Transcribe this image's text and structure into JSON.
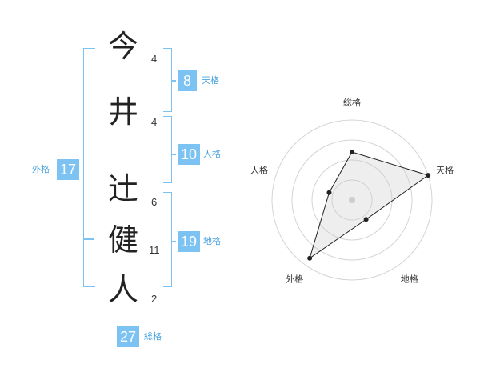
{
  "name": {
    "chars": [
      {
        "char": "今",
        "strokes": "4"
      },
      {
        "char": "井",
        "strokes": "4"
      },
      {
        "char": "辻",
        "strokes": "6"
      },
      {
        "char": "健",
        "strokes": "11"
      },
      {
        "char": "人",
        "strokes": "2"
      }
    ]
  },
  "fortune": {
    "tenkaku": {
      "value": "8",
      "label": "天格"
    },
    "jinkaku": {
      "value": "10",
      "label": "人格"
    },
    "chikaku": {
      "value": "19",
      "label": "地格"
    },
    "gaikaku": {
      "value": "17",
      "label": "外格"
    },
    "soukaku": {
      "value": "27",
      "label": "総格"
    }
  },
  "colors": {
    "accent": "#7cc2f3",
    "accent_text": "#4aa3e0"
  },
  "chart_data": {
    "type": "radar",
    "axes": [
      "総格",
      "天格",
      "地格",
      "外格",
      "人格"
    ],
    "values": [
      3,
      5,
      1.5,
      4.5,
      1.5
    ],
    "max": 5,
    "rings": 4
  }
}
